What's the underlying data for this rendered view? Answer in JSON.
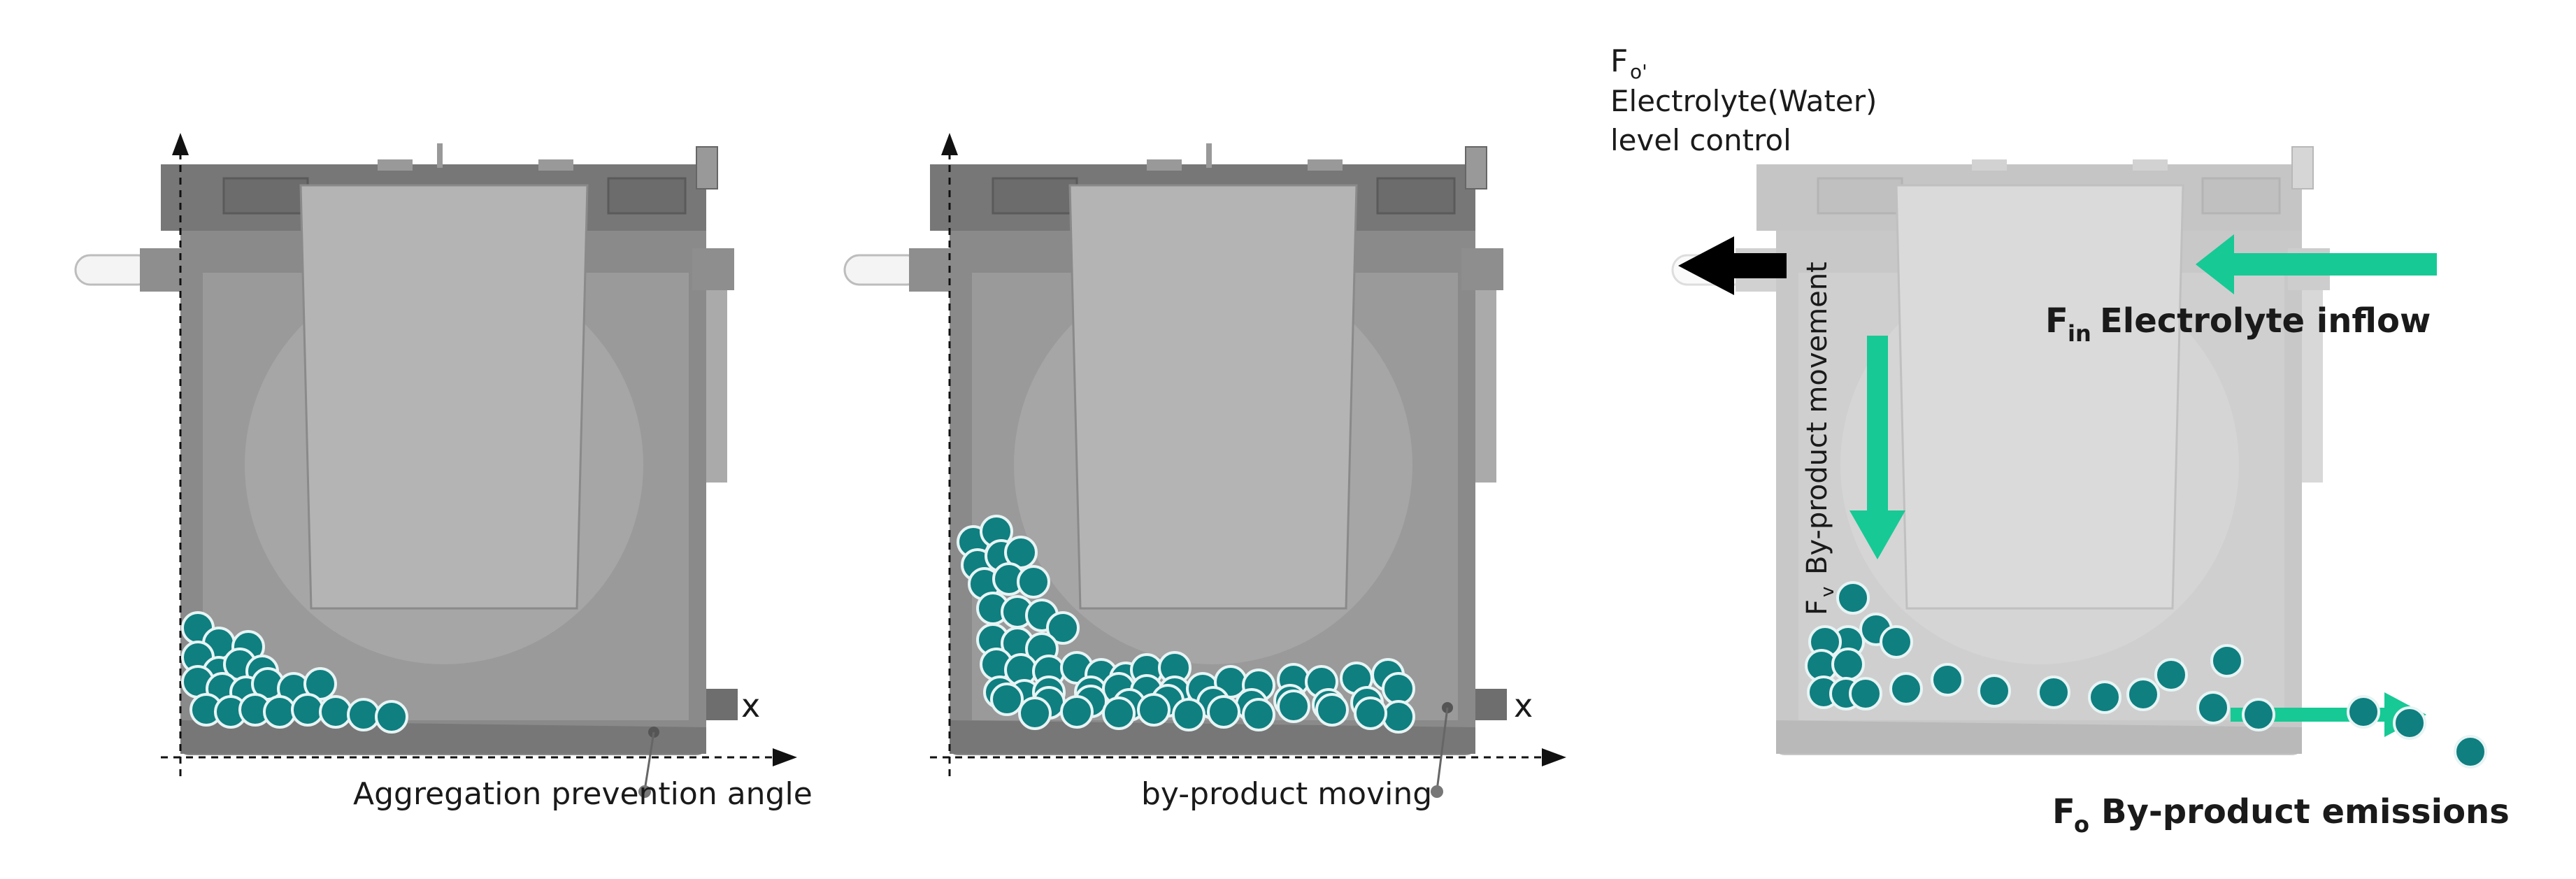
{
  "panels": {
    "left": {
      "label": "Aggregation prevention angle",
      "axis_x": "x"
    },
    "middle": {
      "label": "by-product moving",
      "axis_x": "x"
    },
    "right": {
      "fo_prime": {
        "symbol": "F",
        "subscript": "o'",
        "line1": "Electrolyte(Water)",
        "line2": "level control"
      },
      "fin": {
        "symbol": "F",
        "subscript": "in",
        "text": "Electrolyte inflow"
      },
      "fv": {
        "symbol": "F",
        "subscript": "v",
        "text": "By-product movement"
      },
      "fo": {
        "symbol": "F",
        "subscript": "o",
        "text": "By-product emissions"
      }
    }
  },
  "colors": {
    "ball": "#0f7f80",
    "ball_stroke": "#e8f4f4",
    "arrow_green": "#17c995",
    "arrow_black": "#000000",
    "tank_dark": "#7a7a7a",
    "tank_light": "#c4c4c4",
    "text": "#1a1a1a"
  }
}
